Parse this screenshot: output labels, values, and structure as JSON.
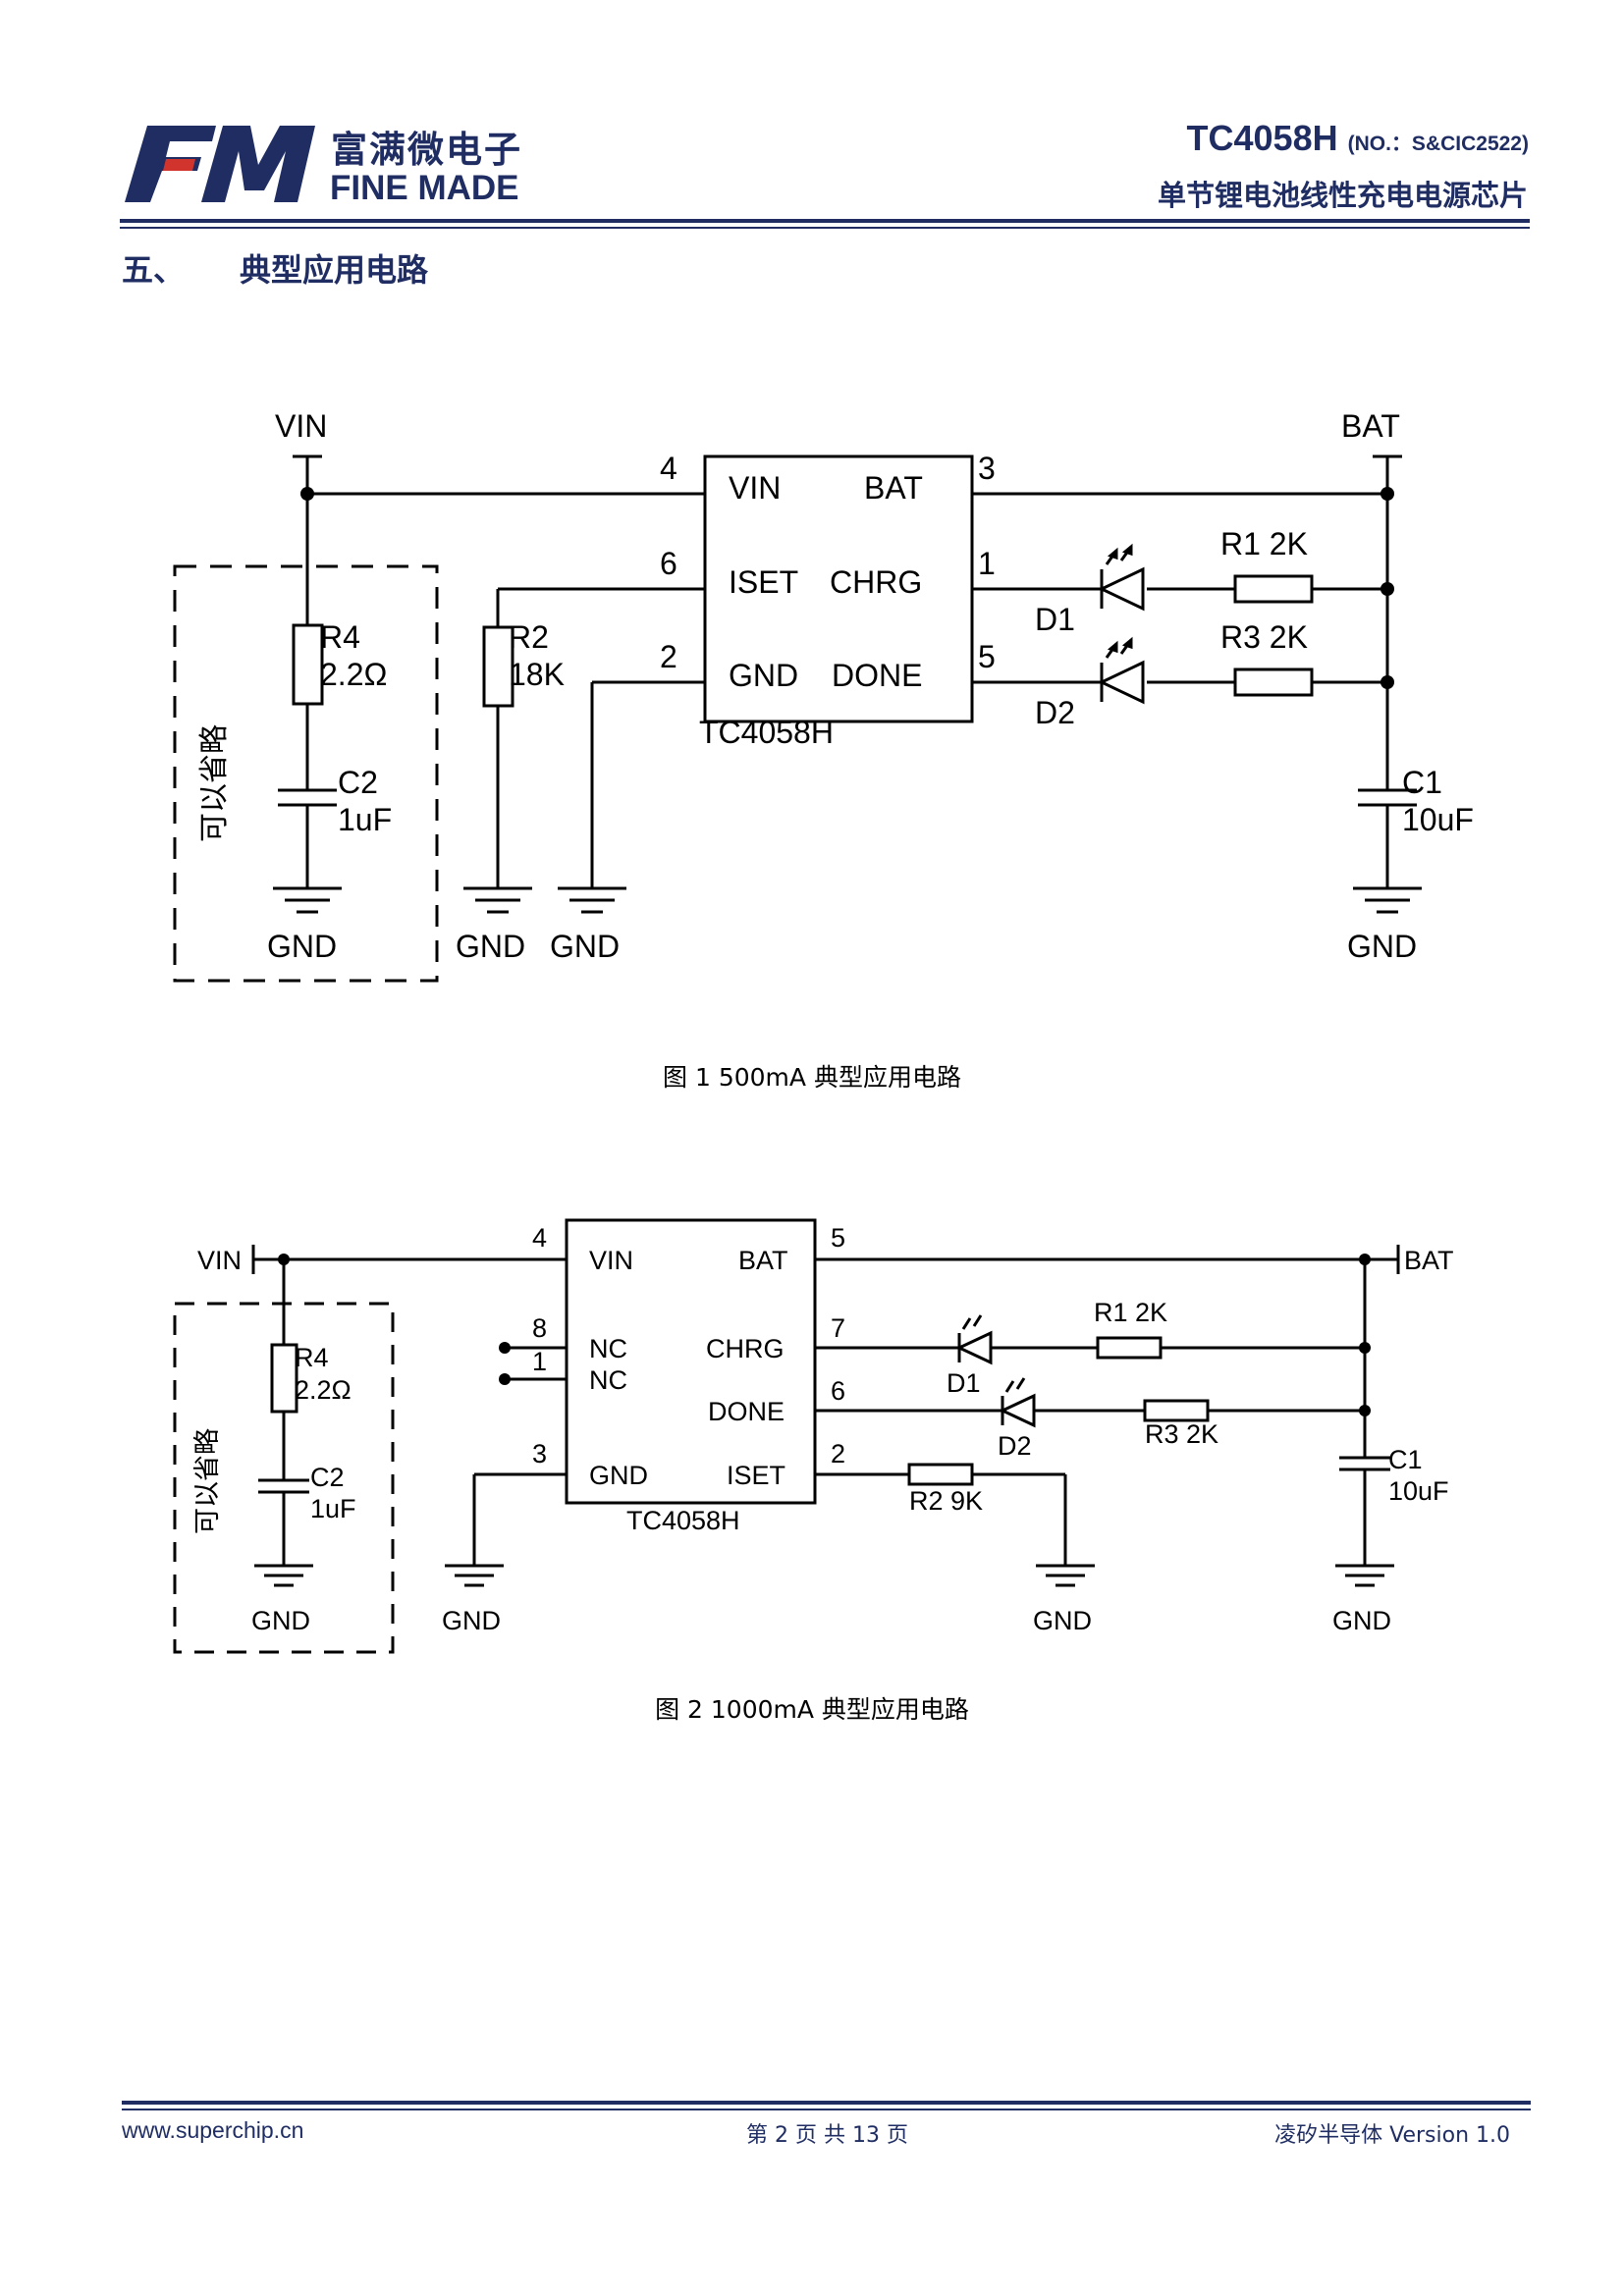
{
  "header": {
    "logo_letters": "FM",
    "brand_cn": "富满微电子",
    "brand_en": "FINE MADE",
    "part_number": "TC4058H",
    "doc_no": "(NO.：S&CIC2522)",
    "subtitle": "单节锂电池线性充电电源芯片",
    "accent_color": "#1f2d63"
  },
  "section": {
    "number": "五、",
    "title": "典型应用电路"
  },
  "figure1": {
    "caption": "图 1 500mA 典型应用电路",
    "chip_name": "TC4058H",
    "pins": {
      "vin": "VIN",
      "bat": "BAT",
      "iset": "ISET",
      "chrg": "CHRG",
      "gnd": "GND",
      "done": "DONE"
    },
    "pin_numbers": {
      "vin": "4",
      "bat": "3",
      "iset": "6",
      "chrg": "1",
      "gnd": "2",
      "done": "5"
    },
    "net_vin": "VIN",
    "net_bat": "BAT",
    "gnd": "GND",
    "optional_label": "可以省略",
    "r4": {
      "ref": "R4",
      "value": "2.2Ω"
    },
    "c2": {
      "ref": "C2",
      "value": "1uF"
    },
    "r2": {
      "ref": "R2",
      "value": "18K"
    },
    "r1": "R1 2K",
    "r3": "R3 2K",
    "d1": "D1",
    "d2": "D2",
    "c1": {
      "ref": "C1",
      "value": "10uF"
    }
  },
  "figure2": {
    "caption": "图 2 1000mA 典型应用电路",
    "chip_name": "TC4058H",
    "pins": {
      "vin": "VIN",
      "bat": "BAT",
      "nc1": "NC",
      "nc2": "NC",
      "chrg": "CHRG",
      "done": "DONE",
      "gnd": "GND",
      "iset": "ISET"
    },
    "pin_numbers": {
      "vin": "4",
      "bat": "5",
      "nc_a": "8",
      "nc_b": "1",
      "chrg": "7",
      "done": "6",
      "gnd": "3",
      "iset": "2"
    },
    "net_vin": "VIN",
    "net_bat": "BAT",
    "gnd": "GND",
    "optional_label": "可以省略",
    "r4": {
      "ref": "R4",
      "value": "2.2Ω"
    },
    "c2": {
      "ref": "C2",
      "value": "1uF"
    },
    "r2": "R2 9K",
    "r1": "R1 2K",
    "r3": "R3 2K",
    "d1": "D1",
    "d2": "D2",
    "c1": {
      "ref": "C1",
      "value": "10uF"
    }
  },
  "footer": {
    "website": "www.superchip.cn",
    "page_info": "第 2 页 共 13 页",
    "company_version": "凌矽半导体 Version 1.0"
  }
}
